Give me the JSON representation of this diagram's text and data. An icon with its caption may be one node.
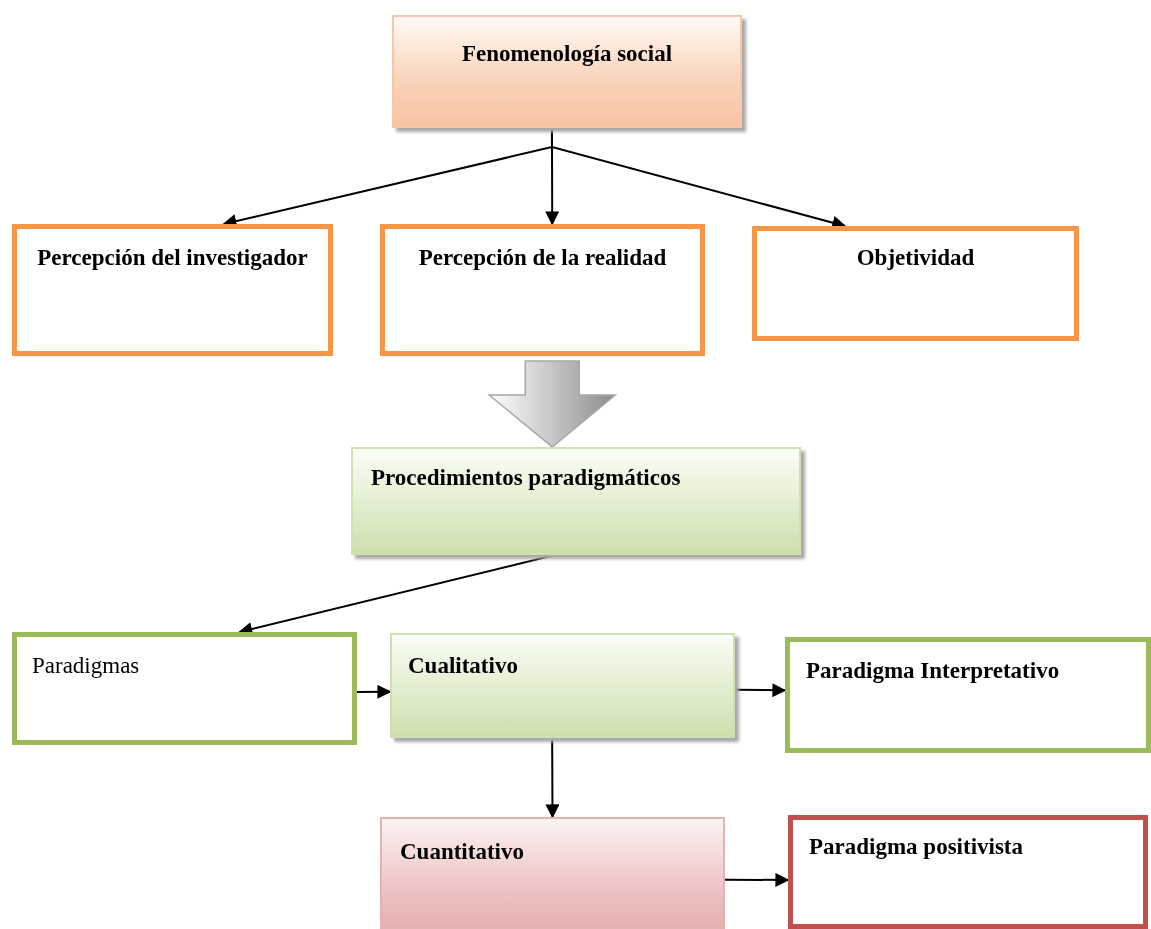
{
  "diagram": {
    "nodes": [
      {
        "text": [
          "Fenomenología social"
        ]
      },
      {
        "text": [
          "Percepción del investigador"
        ]
      },
      {
        "text": [
          "Percepción de la realidad"
        ]
      },
      {
        "text": [
          "Objetividad"
        ]
      },
      {
        "text": [
          "Procedimientos paradigmáticos"
        ]
      },
      {
        "text": [
          "Paradigmas"
        ]
      },
      {
        "text": [
          "Cualitativo"
        ]
      },
      {
        "text": [
          "Paradigma Interpretativo"
        ]
      },
      {
        "text": [
          "Cuantitativo"
        ]
      },
      {
        "text": [
          "Paradigma positivista"
        ]
      }
    ],
    "edges": [
      {
        "from": 0,
        "to": 1,
        "arrow": "to"
      },
      {
        "from": 0,
        "to": 2,
        "arrow": "to"
      },
      {
        "from": 0,
        "to": 3,
        "arrow": "to"
      },
      {
        "from": 2,
        "to": 4,
        "arrow": "to",
        "style": "thick",
        "color": "#a6a6a6"
      },
      {
        "from": 4,
        "to": 5,
        "arrow": "to"
      },
      {
        "from": 5,
        "to": 6,
        "arrow": "to"
      },
      {
        "from": 6,
        "to": 7,
        "arrow": "to"
      },
      {
        "from": 6,
        "to": 8,
        "arrow": "to"
      },
      {
        "from": 8,
        "to": 9,
        "arrow": "to"
      }
    ]
  }
}
